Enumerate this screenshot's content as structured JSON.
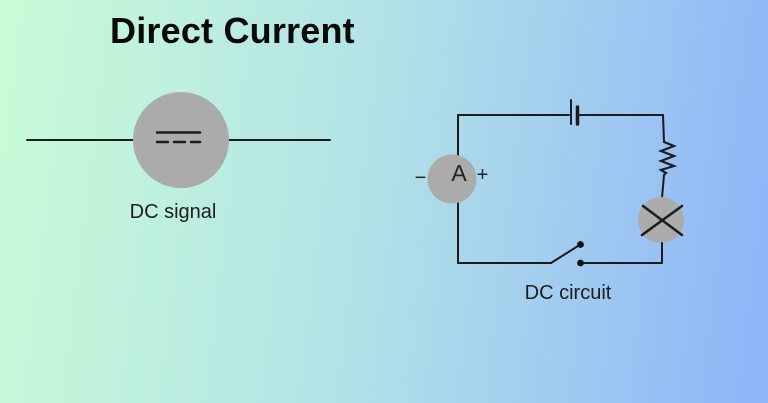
{
  "title": "Direct Current",
  "colors": {
    "background_left": "#c9fcd7",
    "background_right": "#8fb3f9",
    "component_gray": "#ababab",
    "line": "#1c1c1c",
    "title_text": "#0a0a0a",
    "label_text": "#1e1e1e"
  },
  "dc_signal": {
    "label": "DC signal"
  },
  "dc_circuit": {
    "label": "DC circuit",
    "ammeter": {
      "letter": "A",
      "plus": "+",
      "minus": "−"
    }
  }
}
